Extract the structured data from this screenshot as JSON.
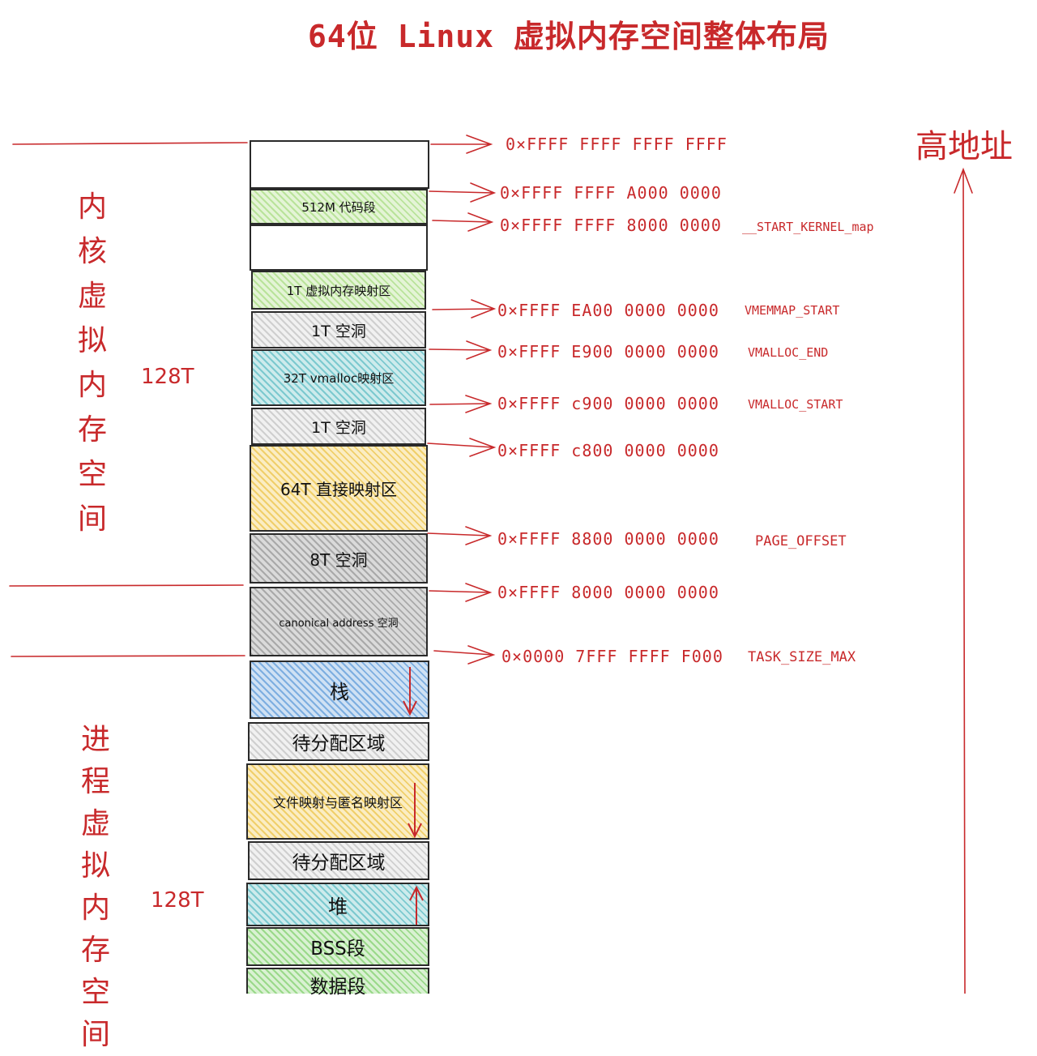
{
  "title": "64位 Linux 虚拟内存空间整体布局",
  "high_address_label": "高地址",
  "kernel_space_label": "内核虚拟内存空间",
  "kernel_size_label": "128T",
  "user_space_label": "进程虚拟内存空间",
  "user_size_label": "128T",
  "colors": {
    "annotation_red": "#c8292b",
    "green": "#b9e39a",
    "gray": "#cfcfcf",
    "dark_gray": "#a9a9a9",
    "cyan": "#7cc9cf",
    "yellow": "#f0cf6a",
    "blue": "#7daee0",
    "light_green": "#9ad98a"
  },
  "blocks": [
    {
      "label": "",
      "fill": "white"
    },
    {
      "label": "512M 代码段",
      "fill": "green"
    },
    {
      "label": "",
      "fill": "white"
    },
    {
      "label": "1T 虚拟内存映射区",
      "fill": "green"
    },
    {
      "label": "1T 空洞",
      "fill": "gray"
    },
    {
      "label": "32T vmalloc映射区",
      "fill": "cyan"
    },
    {
      "label": "1T 空洞",
      "fill": "gray"
    },
    {
      "label": "64T 直接映射区",
      "fill": "yellow"
    },
    {
      "label": "8T 空洞",
      "fill": "dark_gray"
    },
    {
      "label": "canonical address 空洞",
      "fill": "dark_gray"
    },
    {
      "label": "栈",
      "fill": "blue",
      "growth": "down"
    },
    {
      "label": "待分配区域",
      "fill": "gray"
    },
    {
      "label": "文件映射与匿名映射区",
      "fill": "yellow",
      "growth": "down"
    },
    {
      "label": "待分配区域",
      "fill": "gray"
    },
    {
      "label": "堆",
      "fill": "cyan",
      "growth": "up"
    },
    {
      "label": "BSS段",
      "fill": "light_green"
    },
    {
      "label": "数据段",
      "fill": "light_green"
    }
  ],
  "addresses": [
    {
      "address": "0×FFFF FFFF FFFF FFFF",
      "symbol": ""
    },
    {
      "address": "0×FFFF FFFF A000 0000",
      "symbol": ""
    },
    {
      "address": "0×FFFF FFFF 8000 0000",
      "symbol": "__START_KERNEL_map"
    },
    {
      "address": "0×FFFF EA00 0000 0000",
      "symbol": "VMEMMAP_START"
    },
    {
      "address": "0×FFFF E900 0000 0000",
      "symbol": "VMALLOC_END"
    },
    {
      "address": "0×FFFF c900 0000 0000",
      "symbol": "VMALLOC_START"
    },
    {
      "address": "0×FFFF c800 0000 0000",
      "symbol": ""
    },
    {
      "address": "0×FFFF 8800 0000 0000",
      "symbol": "PAGE_OFFSET"
    },
    {
      "address": "0×FFFF 8000 0000 0000",
      "symbol": ""
    },
    {
      "address": "0×0000 7FFF FFFF F000",
      "symbol": "TASK_SIZE_MAX"
    }
  ]
}
